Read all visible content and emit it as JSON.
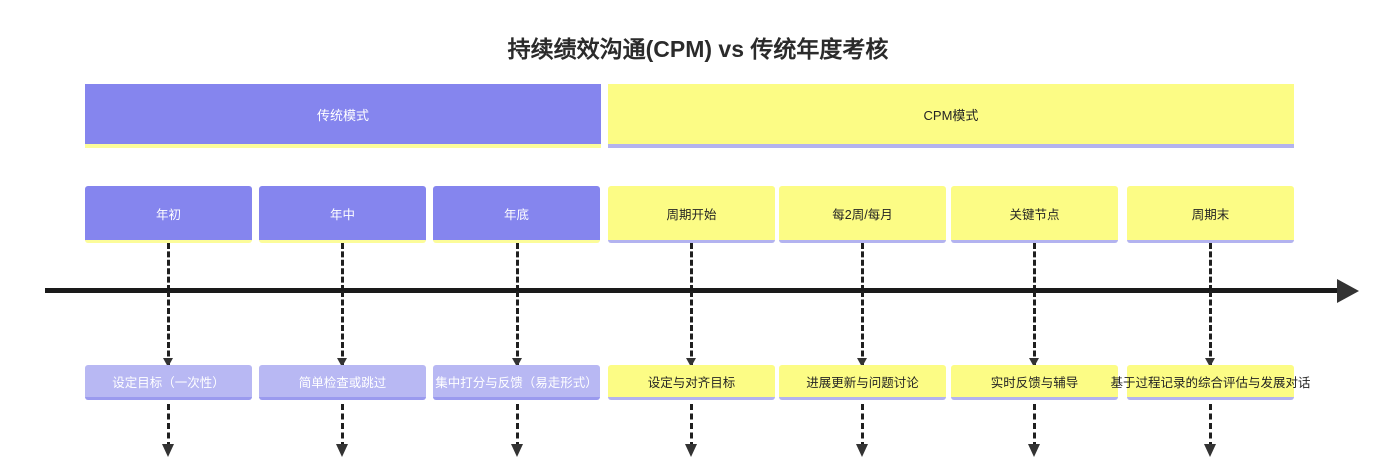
{
  "title": "持续绩效沟通(CPM) vs 传统年度考核",
  "banners": [
    {
      "label": "传统模式",
      "bg": "#8585ee",
      "fg": "#ffffff"
    },
    {
      "label": "CPM模式",
      "bg": "#fcfc85",
      "fg": "#242424"
    }
  ],
  "colors": {
    "traditional": "#8585ee",
    "traditional_light": "#b8b8f3",
    "cpm": "#fcfc85",
    "cpm_border": "#b3b3ef",
    "axis": "#1a1a1a",
    "title": "#2b2b2b"
  },
  "timeline": {
    "milestones": [
      {
        "label": "年初",
        "mode": "traditional"
      },
      {
        "label": "年中",
        "mode": "traditional"
      },
      {
        "label": "年底",
        "mode": "traditional"
      },
      {
        "label": "周期开始",
        "mode": "cpm"
      },
      {
        "label": "每2周/每月",
        "mode": "cpm"
      },
      {
        "label": "关键节点",
        "mode": "cpm"
      },
      {
        "label": "周期末",
        "mode": "cpm"
      }
    ],
    "descriptions": [
      {
        "label": "设定目标（一次性）",
        "mode": "traditional"
      },
      {
        "label": "简单检查或跳过",
        "mode": "traditional"
      },
      {
        "label": "集中打分与反馈（易走形式）",
        "mode": "traditional"
      },
      {
        "label": "设定与对齐目标",
        "mode": "cpm"
      },
      {
        "label": "进展更新与问题讨论",
        "mode": "cpm"
      },
      {
        "label": "实时反馈与辅导",
        "mode": "cpm"
      },
      {
        "label": "基于过程记录的综合评估与发展对话",
        "mode": "cpm"
      }
    ]
  }
}
